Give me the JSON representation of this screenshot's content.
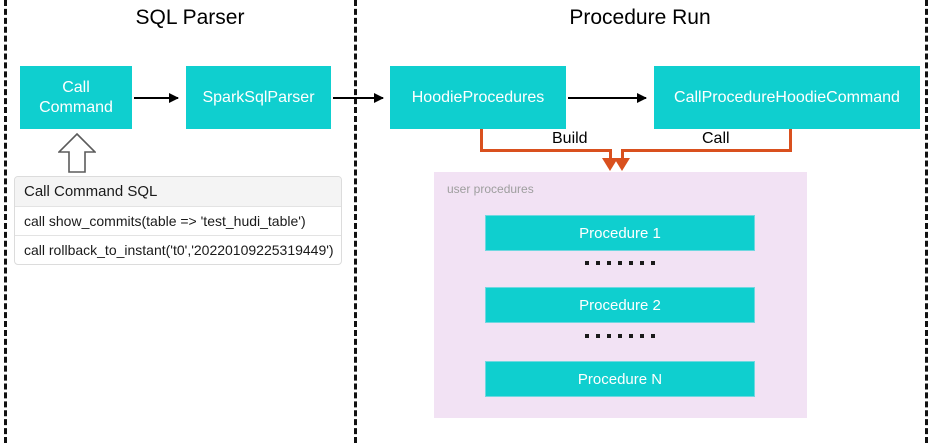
{
  "diagram": {
    "sections": [
      {
        "id": "sql-parser",
        "title": "SQL Parser"
      },
      {
        "id": "procedure-run",
        "title": "Procedure Run"
      }
    ],
    "nodes": [
      {
        "id": "call-command",
        "label": "Call\nCommand"
      },
      {
        "id": "spark-sql-parser",
        "label": "SparkSqlParser"
      },
      {
        "id": "hoodie-procedures",
        "label": "HoodieProcedures"
      },
      {
        "id": "call-procedure-hoodie-command",
        "label": "CallProcedureHoodieCommand"
      }
    ],
    "node_labels": {
      "call_command_line1": "Call",
      "call_command_line2": "Command",
      "spark_sql_parser": "SparkSqlParser",
      "hoodie_procedures": "HoodieProcedures",
      "call_procedure_hoodie_command": "CallProcedureHoodieCommand"
    },
    "edges": [
      {
        "from": "call-command",
        "to": "spark-sql-parser",
        "label": ""
      },
      {
        "from": "spark-sql-parser",
        "to": "hoodie-procedures",
        "label": ""
      },
      {
        "from": "hoodie-procedures",
        "to": "call-procedure-hoodie-command",
        "label": ""
      },
      {
        "from": "hoodie-procedures",
        "to": "user-procedures",
        "label": "Build"
      },
      {
        "from": "call-procedure-hoodie-command",
        "to": "user-procedures",
        "label": "Call"
      }
    ],
    "edge_labels": {
      "build": "Build",
      "call": "Call"
    },
    "sql_table": {
      "header": "Call Command SQL",
      "rows": [
        "call show_commits(table => 'test_hudi_table')",
        "call rollback_to_instant('t0','20220109225319449')"
      ]
    },
    "procedures_panel": {
      "label": "user procedures",
      "items": [
        {
          "label": "Procedure 1"
        },
        {
          "label": "Procedure 2"
        },
        {
          "label": "Procedure N"
        }
      ],
      "ellipsis_dot_count": 7
    },
    "colors": {
      "teal": "#0FCFCF",
      "panel_pink": "#F2E2F4",
      "orange": "#D9501E",
      "divider": "#111111",
      "text": "#000000",
      "muted": "#9E9E9E"
    }
  }
}
